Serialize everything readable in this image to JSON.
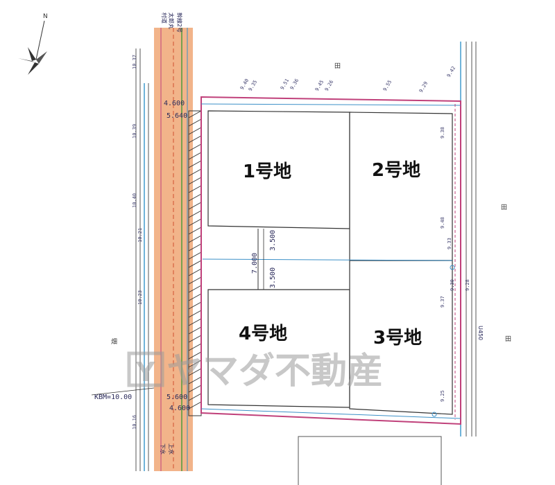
{
  "compass": {
    "north_label": "N"
  },
  "lots": [
    {
      "id": "lot1",
      "label": "1号地"
    },
    {
      "id": "lot2",
      "label": "2号地"
    },
    {
      "id": "lot3",
      "label": "3号地"
    },
    {
      "id": "lot4",
      "label": "4号地"
    }
  ],
  "dimensions": {
    "road_width_top_outer": "4.600",
    "road_width_top_inner": "5.640",
    "road_width_bottom_inner": "5.600",
    "road_width_bottom_outer": "4.600",
    "driveway_total": "7.000",
    "driveway_upper": "3.500",
    "driveway_lower": "3.500"
  },
  "benchmark": "KBM=10.00",
  "field_labels": {
    "rice_top": "田",
    "rice_right": "田",
    "rice_right_lower": "田",
    "field_left": "畑"
  },
  "road_labels": {
    "road_name_1": "太郎丸",
    "road_name_2": "村道",
    "road_name_3": "幹線2号",
    "gutter": "U450",
    "water_bottom": "上水",
    "sewer_bottom": "下水"
  },
  "spot_heights": [
    "9.40",
    "9.35",
    "9.51",
    "9.36",
    "9.45",
    "9.26",
    "9.55",
    "9.29",
    "9.38",
    "9.42",
    "9.48",
    "9.33",
    "9.37",
    "9.30",
    "9.25",
    "9.28",
    "10.40",
    "10.39",
    "10.16",
    "10.37",
    "10.21",
    "10.23"
  ],
  "watermark": {
    "box_letter": "Y",
    "text": "ヤマダ不動産"
  },
  "colors": {
    "road_fill": "#f2b48a",
    "boundary_pink": "#c0407a",
    "water_line": "#3a8fc7",
    "ditch_blue": "#6fb3d9"
  }
}
